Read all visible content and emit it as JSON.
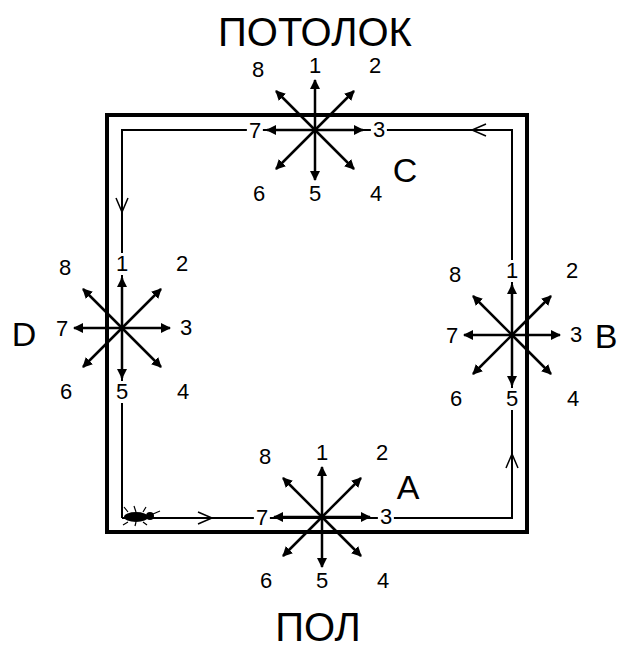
{
  "diagram": {
    "labels": [
      "ПОТОЛОК",
      "ПОЛ",
      "A",
      "B",
      "C",
      "D",
      "1",
      "2",
      "3",
      "4",
      "5",
      "6",
      "7",
      "8",
      "1",
      "2",
      "3",
      "4",
      "5",
      "6",
      "7",
      "8",
      "1",
      "2",
      "3",
      "4",
      "5",
      "6",
      "7",
      "8",
      "1",
      "2",
      "3",
      "4",
      "5",
      "6",
      "7",
      "8"
    ]
  }
}
